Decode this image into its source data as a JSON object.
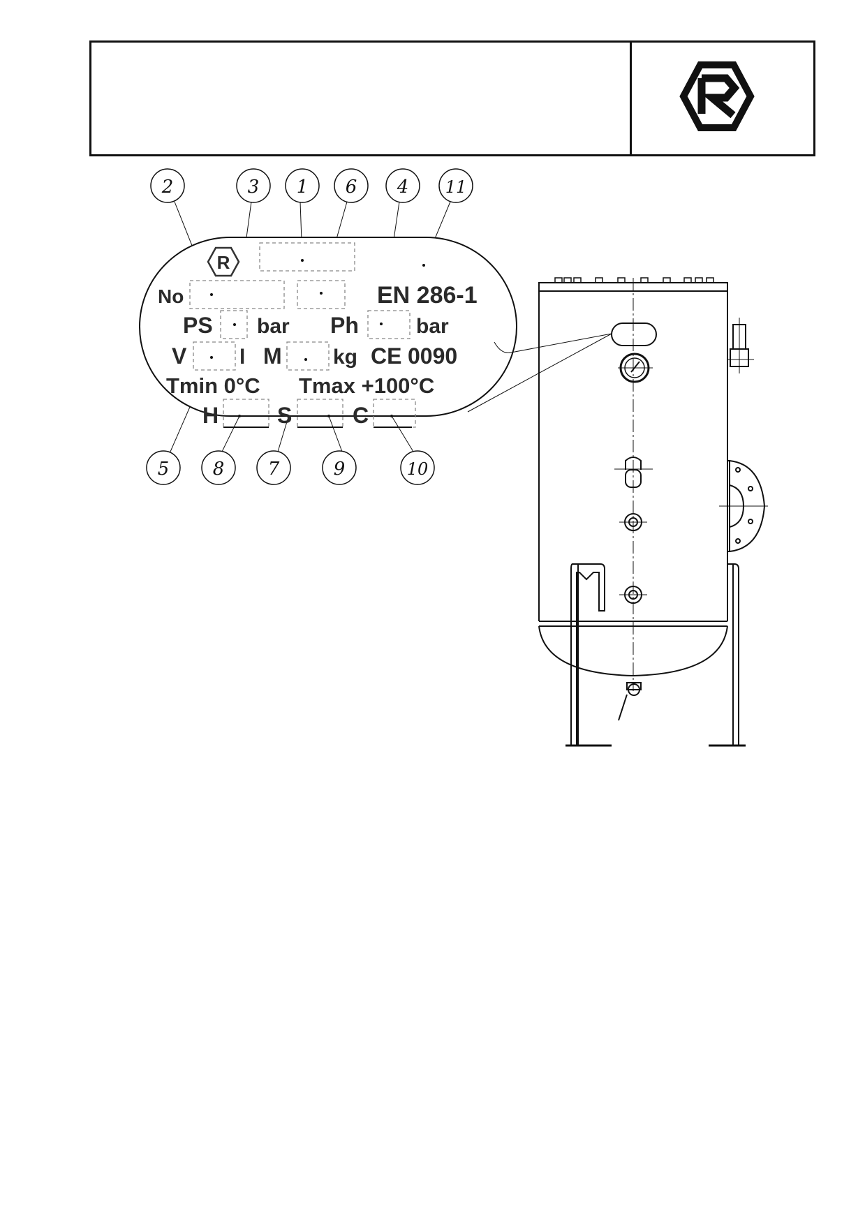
{
  "callouts": {
    "c1": "1",
    "c2": "2",
    "c3": "3",
    "c4": "4",
    "c5": "5",
    "c6": "6",
    "c7": "7",
    "c8": "8",
    "c9": "9",
    "c10": "10",
    "c11": "11"
  },
  "nameplate": {
    "registered_mark": "R",
    "no_label": "No",
    "standard": "EN 286-1",
    "ps_label": "PS",
    "ps_unit": "bar",
    "ph_label": "Ph",
    "ph_unit": "bar",
    "v_label": "V",
    "v_unit": "l",
    "m_label": "M",
    "m_unit": "kg",
    "ce_mark": "CE",
    "notified_body": "0090",
    "tmin": "Tmin 0°C",
    "tmax": "Tmax +100°C",
    "h_label": "H",
    "s_label": "S",
    "c_label": "C"
  },
  "logo": {
    "icon": "company-logo-icon"
  },
  "colors": {
    "line": "#111111",
    "text": "#2a2a2a",
    "dashed": "#888888"
  }
}
